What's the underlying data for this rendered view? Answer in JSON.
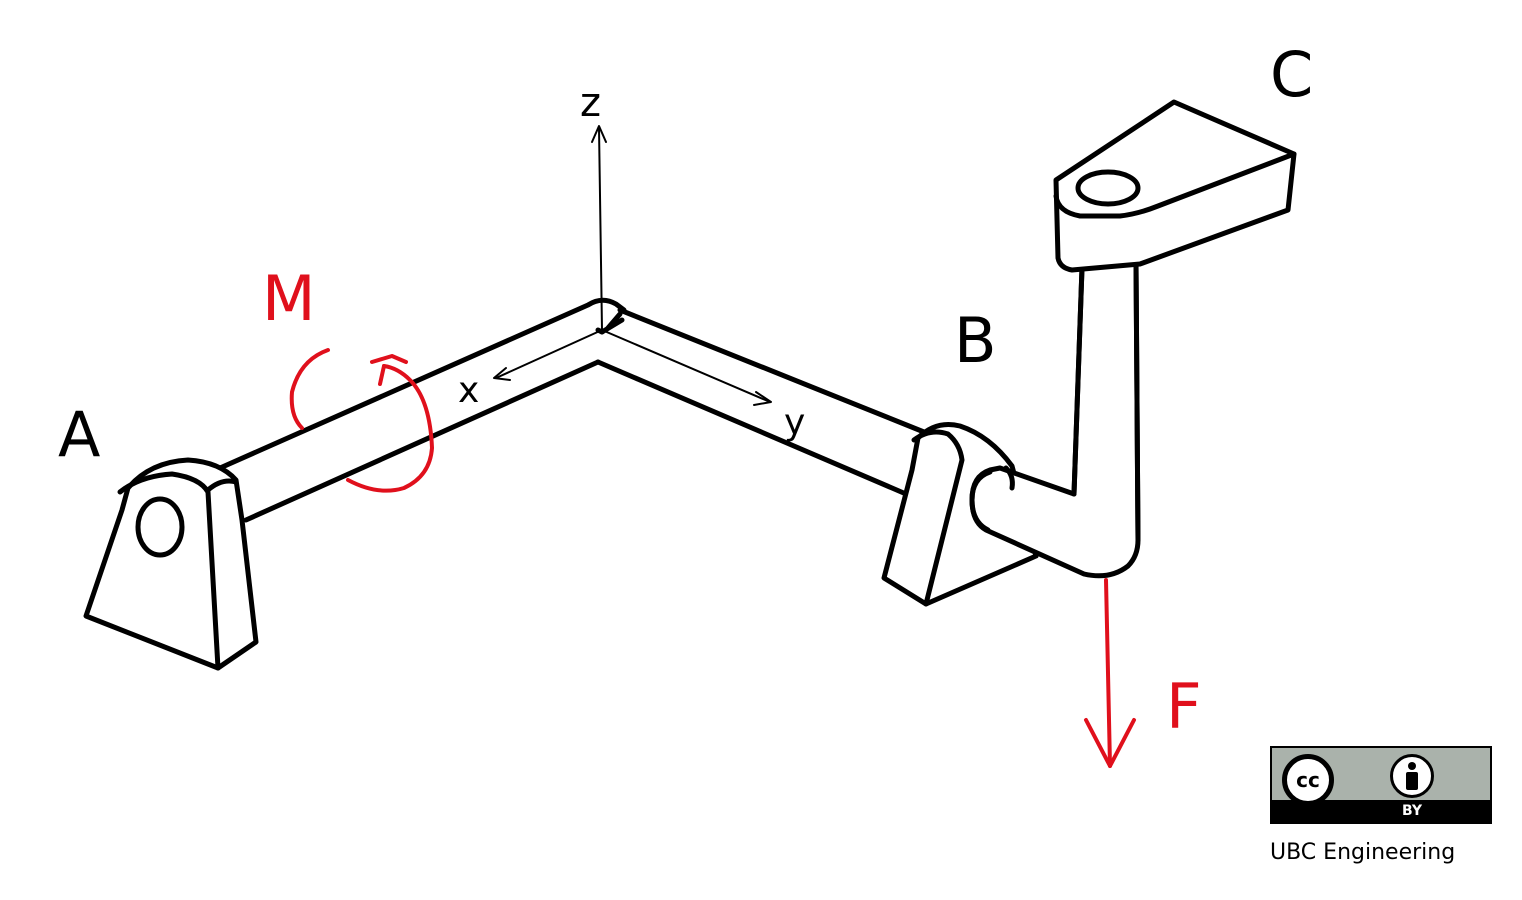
{
  "labels": {
    "point_a": "A",
    "point_b": "B",
    "point_c": "C",
    "moment": "M",
    "force": "F",
    "axis_x": "x",
    "axis_y": "y",
    "axis_z": "z"
  },
  "license": {
    "cc": "cc",
    "by": "BY",
    "credit": "UBC Engineering"
  },
  "colors": {
    "load_color": "#e0101c",
    "line_color": "#000000",
    "badge_gray": "#aab2ab"
  },
  "icons": {
    "cc": "creative-commons-icon",
    "by": "attribution-person-icon"
  }
}
